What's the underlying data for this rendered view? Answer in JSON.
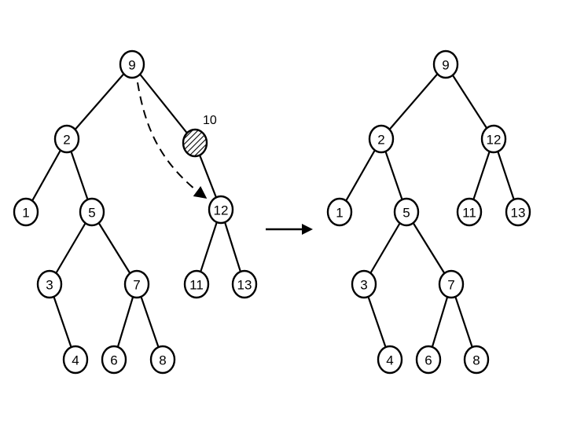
{
  "before": {
    "nodes": [
      {
        "id": "b9",
        "label": "9"
      },
      {
        "id": "b2",
        "label": "2"
      },
      {
        "id": "b10",
        "label": "",
        "deleted": true
      },
      {
        "id": "b1",
        "label": "1"
      },
      {
        "id": "b5",
        "label": "5"
      },
      {
        "id": "b12",
        "label": "12"
      },
      {
        "id": "b3",
        "label": "3"
      },
      {
        "id": "b7",
        "label": "7"
      },
      {
        "id": "b11",
        "label": "11"
      },
      {
        "id": "b13",
        "label": "13"
      },
      {
        "id": "b4",
        "label": "4"
      },
      {
        "id": "b6",
        "label": "6"
      },
      {
        "id": "b8",
        "label": "8"
      }
    ],
    "edges": [
      [
        "b9",
        "b2"
      ],
      [
        "b9",
        "b10"
      ],
      [
        "b2",
        "b1"
      ],
      [
        "b2",
        "b5"
      ],
      [
        "b10",
        "b12"
      ],
      [
        "b5",
        "b3"
      ],
      [
        "b5",
        "b7"
      ],
      [
        "b12",
        "b11"
      ],
      [
        "b12",
        "b13"
      ],
      [
        "b3",
        "b4"
      ],
      [
        "b7",
        "b6"
      ],
      [
        "b7",
        "b8"
      ]
    ],
    "deleted_node_label": "10"
  },
  "after": {
    "nodes": [
      {
        "id": "a9",
        "label": "9"
      },
      {
        "id": "a2",
        "label": "2"
      },
      {
        "id": "a12",
        "label": "12"
      },
      {
        "id": "a1",
        "label": "1"
      },
      {
        "id": "a5",
        "label": "5"
      },
      {
        "id": "a11",
        "label": "11"
      },
      {
        "id": "a13",
        "label": "13"
      },
      {
        "id": "a3",
        "label": "3"
      },
      {
        "id": "a7",
        "label": "7"
      },
      {
        "id": "a4",
        "label": "4"
      },
      {
        "id": "a6",
        "label": "6"
      },
      {
        "id": "a8",
        "label": "8"
      }
    ],
    "edges": [
      [
        "a9",
        "a2"
      ],
      [
        "a9",
        "a12"
      ],
      [
        "a2",
        "a1"
      ],
      [
        "a2",
        "a5"
      ],
      [
        "a12",
        "a11"
      ],
      [
        "a12",
        "a13"
      ],
      [
        "a5",
        "a3"
      ],
      [
        "a5",
        "a7"
      ],
      [
        "a3",
        "a4"
      ],
      [
        "a7",
        "a6"
      ],
      [
        "a7",
        "a8"
      ]
    ]
  },
  "colors": {
    "ink": "#000000",
    "background": "#ffffff"
  }
}
